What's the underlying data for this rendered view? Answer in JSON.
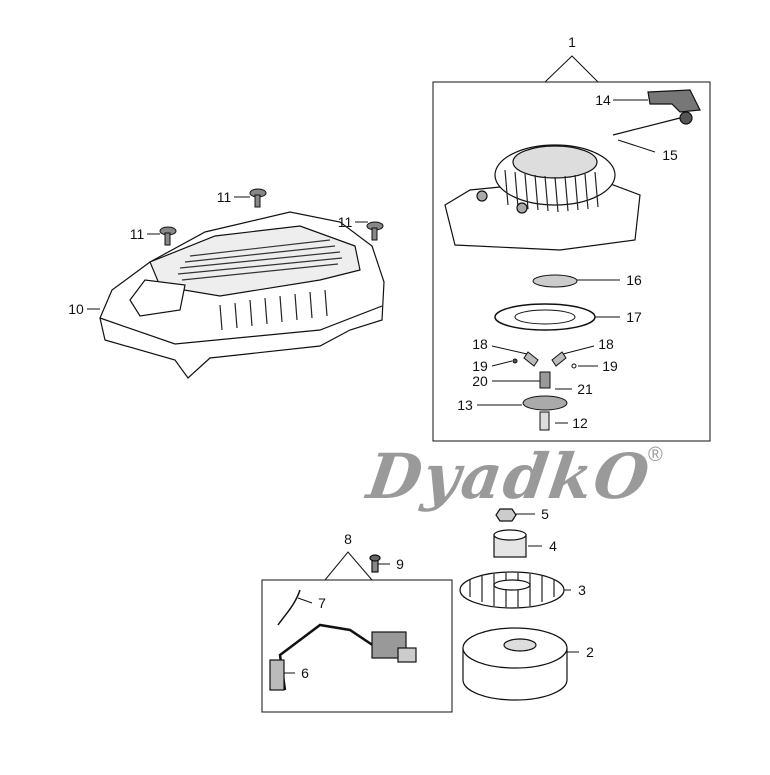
{
  "brand": {
    "logo_text": "DyadkO",
    "registered_mark": "®",
    "color": "#9a9a9a"
  },
  "callouts": {
    "c1": "1",
    "c2": "2",
    "c3": "3",
    "c4": "4",
    "c5": "5",
    "c6": "6",
    "c7": "7",
    "c8": "8",
    "c9": "9",
    "c10": "10",
    "c11a": "11",
    "c11b": "11",
    "c11c": "11",
    "c12": "12",
    "c13": "13",
    "c14": "14",
    "c15": "15",
    "c16": "16",
    "c17": "17",
    "c18a": "18",
    "c18b": "18",
    "c19a": "19",
    "c19b": "19",
    "c20": "20",
    "c21": "21"
  }
}
